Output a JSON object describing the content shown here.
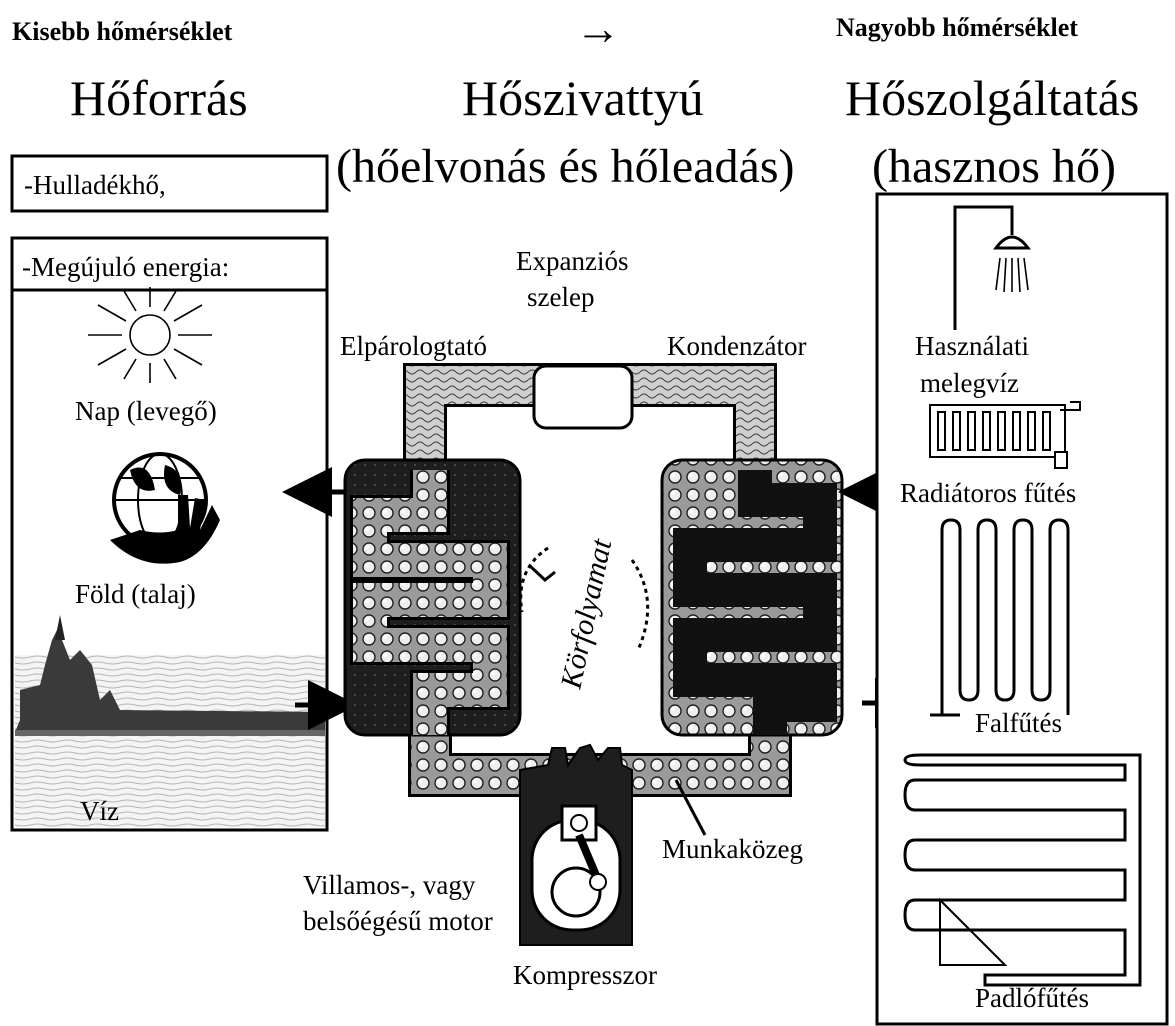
{
  "header": {
    "low_temp": "Kisebb hőmérséklet",
    "arrow": "→",
    "high_temp": "Nagyobb hőmérséklet"
  },
  "columns": {
    "source_title": "Hőforrás",
    "pump_title": "Hőszivattyú",
    "pump_subtitle": "(hőelvonás és hőleadás)",
    "service_title": "Hőszolgáltatás",
    "service_subtitle": "(hasznos hő)"
  },
  "sources": {
    "waste_heat": "-Hulladékhő,",
    "renewable": "-Megújuló energia:",
    "sun": "Nap (levegő)",
    "earth": "Föld (talaj)",
    "water": "Víz"
  },
  "pump": {
    "expansion_valve_1": "Expanziós",
    "expansion_valve_2": "szelep",
    "evaporator": "Elpárologtató",
    "condenser": "Kondenzátor",
    "cycle": "Körfolyamat",
    "working_fluid": "Munkaközeg",
    "motor_1": "Villamos-, vagy",
    "motor_2": "belsőégésű motor",
    "compressor": "Kompresszor"
  },
  "service": {
    "hot_water_1": "Használati",
    "hot_water_2": "melegvíz",
    "radiator": "Radiátoros fűtés",
    "wall": "Falfűtés",
    "floor": "Padlófűtés"
  }
}
